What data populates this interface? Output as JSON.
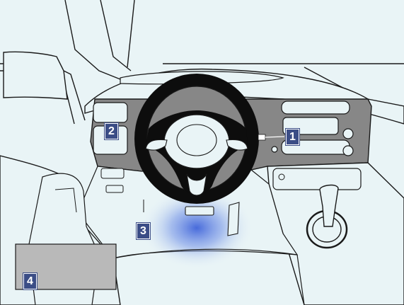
{
  "diagram": {
    "callouts": [
      {
        "label": "1"
      },
      {
        "label": "2"
      },
      {
        "label": "3"
      },
      {
        "label": "4"
      }
    ],
    "colors": {
      "background": "#e9f4f6",
      "line": "#1a1a1a",
      "dashboard": "#878787",
      "steering_wheel": "#0d0d0d",
      "callout_fill": "#3b4d86",
      "callout_text": "#ffffff",
      "highlight_glow": "#3f63d9",
      "panel_gray": "#b9b9b9"
    }
  }
}
